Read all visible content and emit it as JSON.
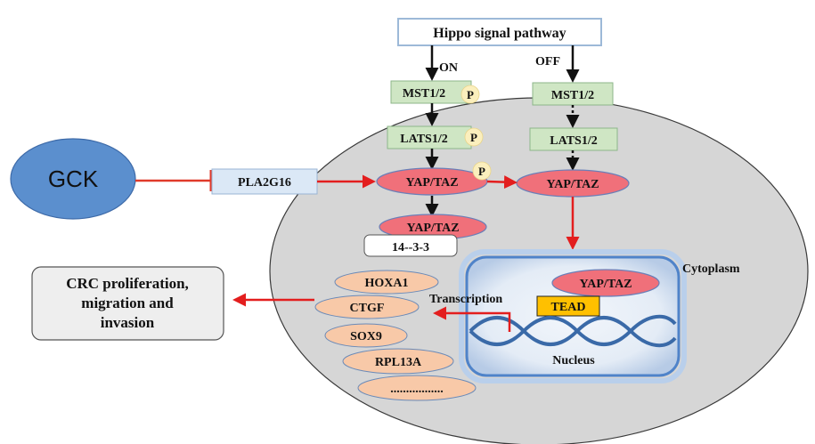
{
  "pathway_box": "Hippo signal pathway",
  "on_label": "ON",
  "off_label": "OFF",
  "on_branch": {
    "mst": "MST1/2",
    "lats": "LATS1/2",
    "yap_p": "YAP/TAZ",
    "yap_bound": "YAP/TAZ",
    "protein_1433": "14--3-3"
  },
  "off_branch": {
    "mst": "MST1/2",
    "lats": "LATS1/2",
    "yap": "YAP/TAZ"
  },
  "phospho_label": "P",
  "gck": "GCK",
  "pla2g16": "PLA2G16",
  "nucleus": {
    "yap": "YAP/TAZ",
    "tead": "TEAD",
    "label": "Nucleus"
  },
  "cytoplasm_label": "Cytoplasm",
  "transcription_label": "Transcription",
  "target_genes": [
    "HOXA1",
    "CTGF",
    "SOX9",
    "RPL13A",
    "................."
  ],
  "outcome": {
    "line1": "CRC proliferation,",
    "line2": "migration and",
    "line3": "invasion"
  }
}
